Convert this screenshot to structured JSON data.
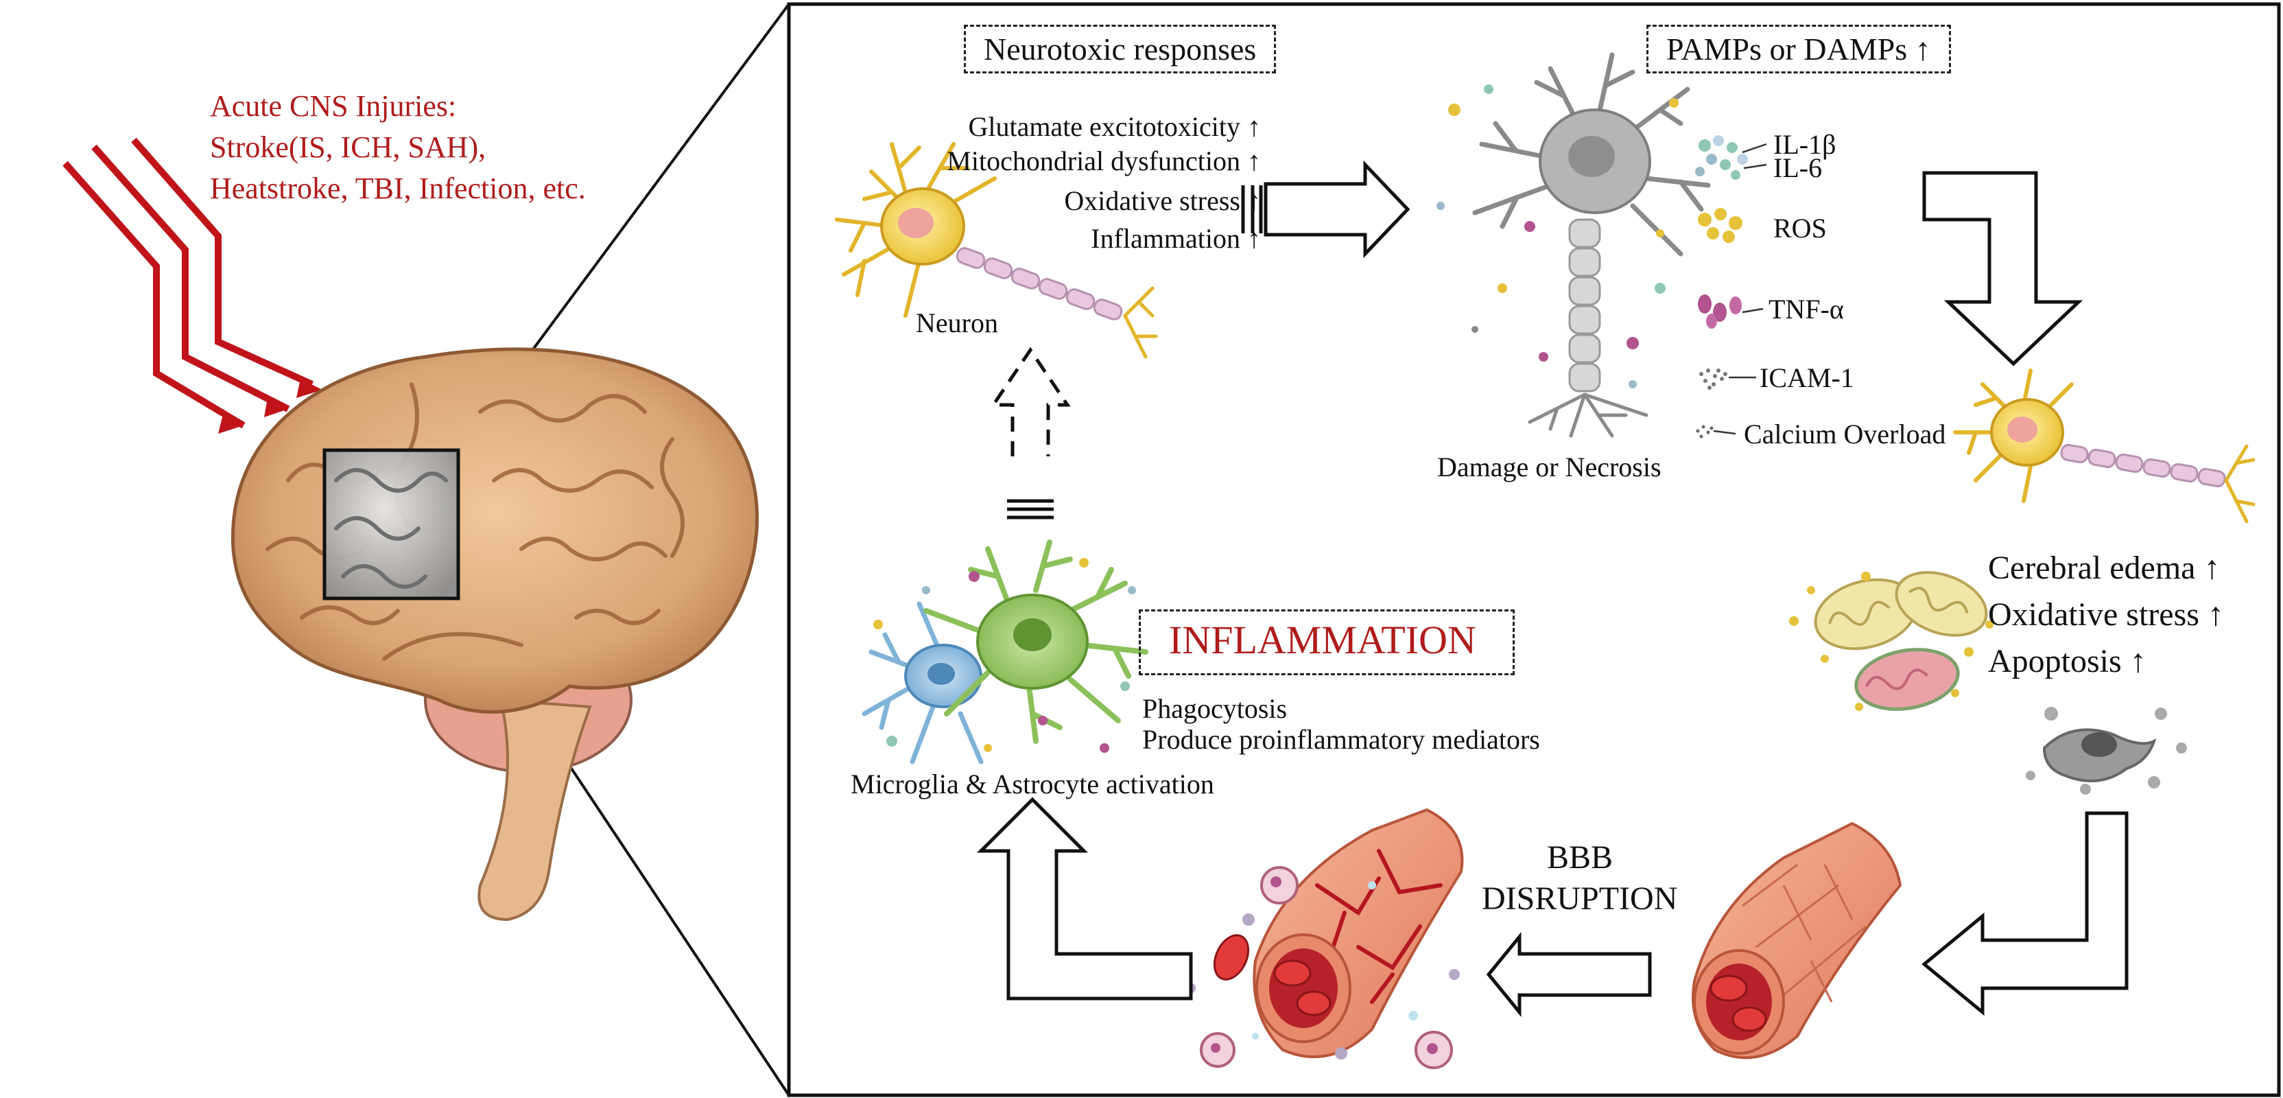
{
  "injury": {
    "title": "Acute CNS Injuries:",
    "line2": "Stroke(IS, ICH, SAH),",
    "line3": "Heatstroke, TBI, Infection, etc."
  },
  "neurotoxic": {
    "box_title": "Neurotoxic responses",
    "items": [
      "Glutamate excitotoxicity ↑",
      "Mitochondrial dysfunction ↑",
      "Oxidative stress ↑",
      "Inflammation ↑"
    ],
    "neuron_label": "Neuron"
  },
  "pamps": {
    "box_title": "PAMPs or DAMPs ↑",
    "damage_label": "Damage or Necrosis",
    "mediators": [
      "IL-1β",
      "IL-6",
      "ROS",
      "TNF-α",
      "ICAM-1",
      "Calcium Overload"
    ]
  },
  "effects": {
    "items": [
      "Cerebral edema ↑",
      "Oxidative stress ↑",
      "Apoptosis ↑"
    ]
  },
  "bbb": {
    "line1": "BBB",
    "line2": "DISRUPTION"
  },
  "glia": {
    "title": "INFLAMMATION",
    "items": [
      "Phagocytosis",
      "Produce proinflammatory mediators"
    ],
    "activation_label": "Microglia & Astrocyte activation"
  },
  "colors": {
    "injury_red": "#b01b1b",
    "arrow_red": "#c0141a",
    "neuron_yellow": "#f1d04a",
    "microglia_green": "#8cc05a",
    "astrocyte_blue": "#7fb3d8",
    "vessel_red": "#d9452f",
    "brain_tan": "#d9a574"
  }
}
